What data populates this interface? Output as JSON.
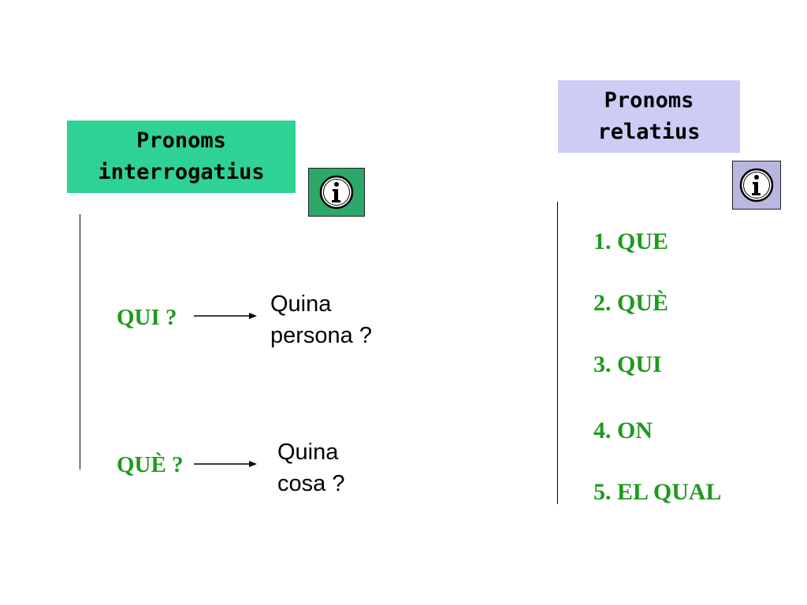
{
  "interrogatius": {
    "title_line1": "Pronoms",
    "title_line2": "interrogatius",
    "items": [
      {
        "pronoun": "QUI ?",
        "meaning_line1": "Quina",
        "meaning_line2": "persona ?"
      },
      {
        "pronoun": "QUÈ ?",
        "meaning_line1": "Quina",
        "meaning_line2": "cosa ?"
      }
    ]
  },
  "relatius": {
    "title_line1": "Pronoms",
    "title_line2": "relatius",
    "items": [
      "1. QUE",
      "2. QUÈ",
      "3. QUI",
      "4. ON",
      "5. EL QUAL"
    ]
  },
  "info_icon": "info-icon",
  "colors": {
    "interrogatius_box": "#2fd295",
    "relatius_box": "#ccccf5",
    "pronoun_text": "#1e9a1e",
    "info_green": "#2ca86a",
    "info_lilac": "#b9b6e0"
  }
}
